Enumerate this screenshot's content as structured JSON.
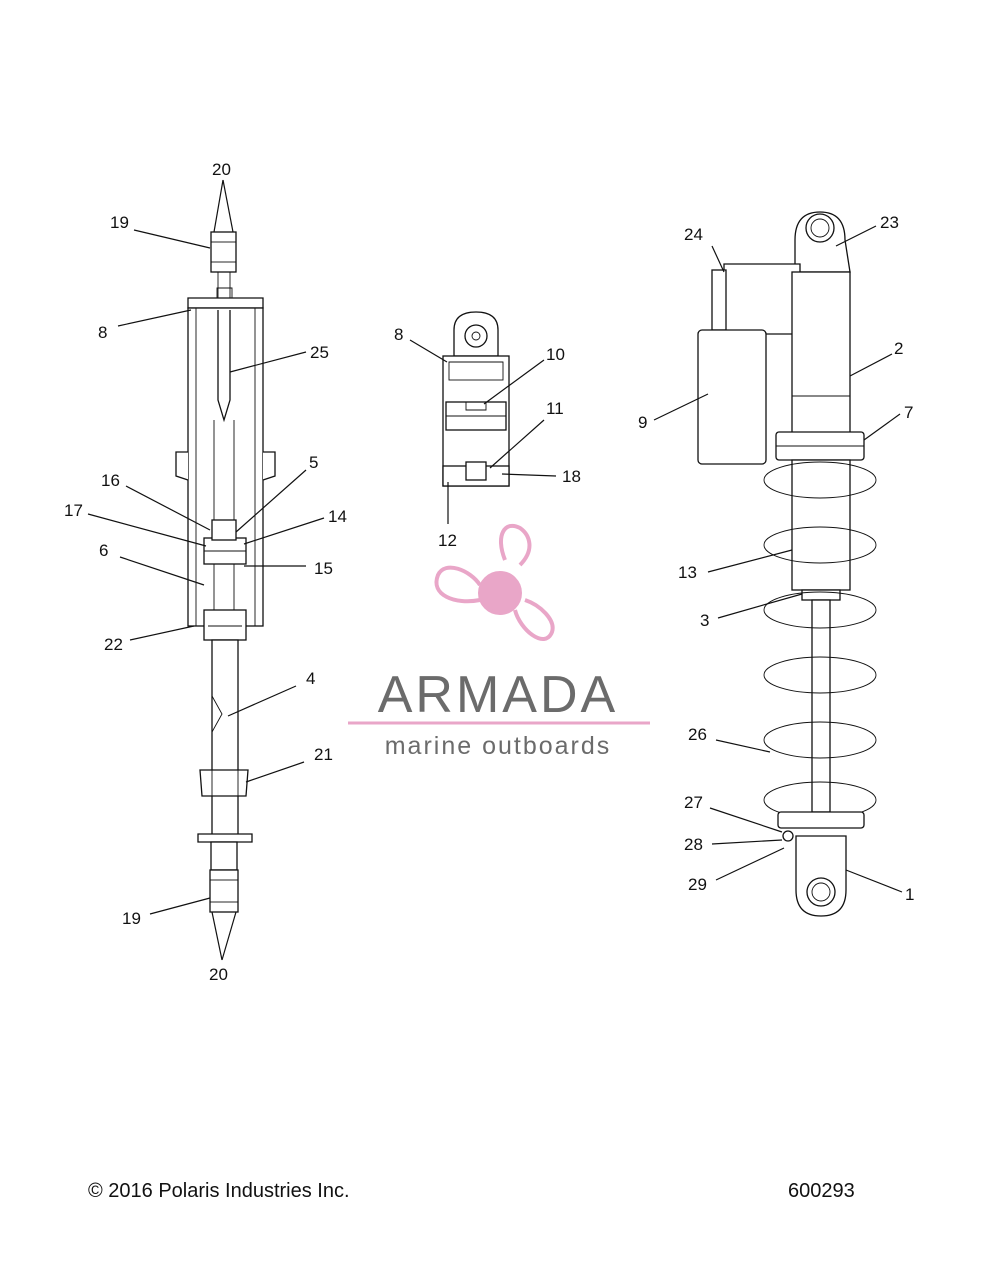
{
  "callouts": {
    "exploded": {
      "top20": "20",
      "top19": "19",
      "c8": "8",
      "c25": "25",
      "c16": "16",
      "c5": "5",
      "c17": "17",
      "c14": "14",
      "c6": "6",
      "c15": "15",
      "c22": "22",
      "c4": "4",
      "c21": "21",
      "bottom19": "19",
      "bottom20": "20"
    },
    "reservoir": {
      "c8": "8",
      "c10": "10",
      "c11": "11",
      "c18": "18",
      "c12": "12"
    },
    "assembly": {
      "c24": "24",
      "c23": "23",
      "c2": "2",
      "c9": "9",
      "c7": "7",
      "c13": "13",
      "c3": "3",
      "c26": "26",
      "c27": "27",
      "c28": "28",
      "c29": "29",
      "c1": "1"
    }
  },
  "watermark": {
    "brand": "ARMADA",
    "tagline": "marine outboards",
    "color": "#e9a6c8",
    "text_color": "#6b6b6b"
  },
  "footer": {
    "copyright": "© 2016 Polaris Industries Inc.",
    "drawing_number": "600293"
  }
}
